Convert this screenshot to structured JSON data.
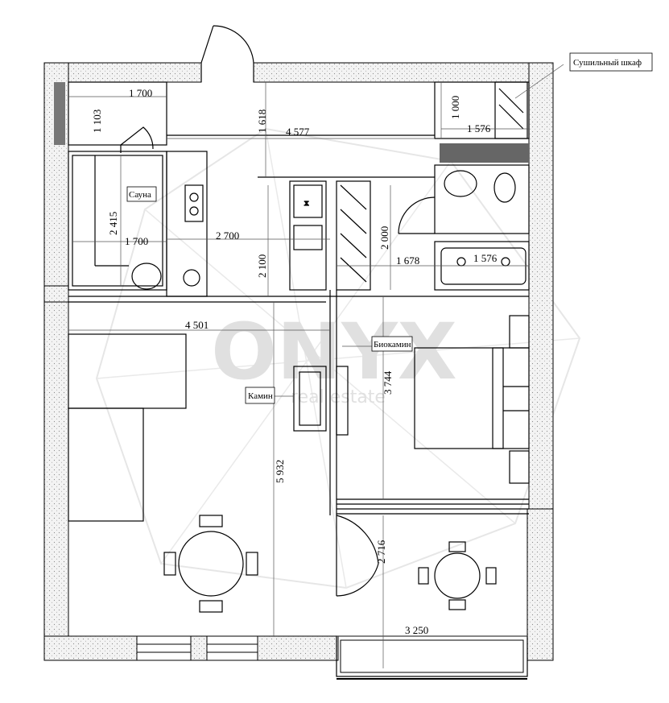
{
  "dimensions": {
    "bath_width": "1 700",
    "bath_depth": "1 103",
    "entry_depth": "1 618",
    "corridor_length": "4 577",
    "dryer_depth": "1 000",
    "dryer_width": "1 576",
    "sauna_depth": "2 415",
    "sauna_width": "1 700",
    "kitchen_width": "2 700",
    "kitchen_depth": "2 100",
    "hall_depth": "2 000",
    "wc_width_a": "1 678",
    "wc_width_b": "1 576",
    "living_width": "4 501",
    "living_depth": "5 932",
    "bedroom_depth": "3 744",
    "balcony_depth": "2 716",
    "balcony_width": "3 250"
  },
  "labels": {
    "drying_cabinet": "Сушильный шкаф",
    "sauna": "Сауна",
    "fireplace": "Камин",
    "biofireplace": "Биокамин",
    "cross_mark": "x"
  },
  "watermark": {
    "brand": "ONYX",
    "tagline": "real estate"
  },
  "colors": {
    "wall_fill": "#ededed",
    "line": "#000000",
    "dim_line": "#555555",
    "watermark": "#cfcfcf"
  }
}
